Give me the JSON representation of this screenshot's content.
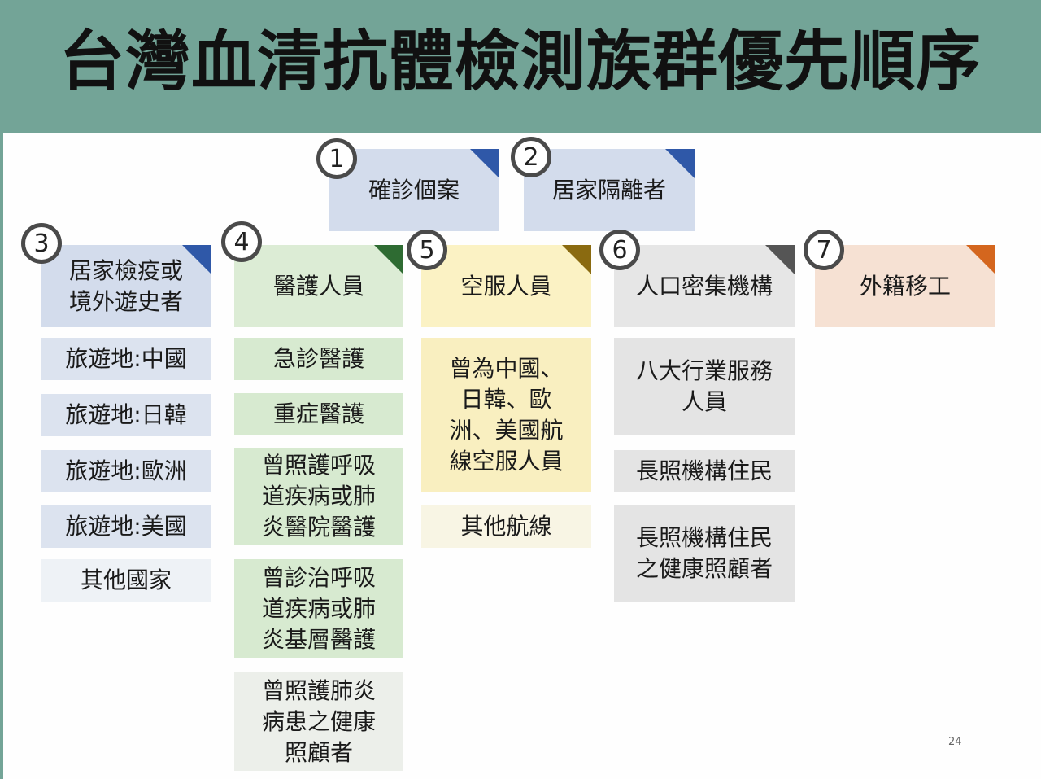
{
  "title": "台灣血清抗體檢測族群優先順序",
  "page_number": "24",
  "colors": {
    "header": "#73a497",
    "blue_corner": "#2f58a8",
    "green_corner": "#2e6b32",
    "yellow_corner": "#8a6a10",
    "grey_corner": "#555555",
    "orange_corner": "#d4661e"
  },
  "groups": [
    {
      "number": "1",
      "label": "確診個案",
      "items": []
    },
    {
      "number": "2",
      "label": "居家隔離者",
      "items": []
    },
    {
      "number": "3",
      "label": "居家檢疫或\n境外遊史者",
      "items": [
        "旅遊地:中國",
        "旅遊地:日韓",
        "旅遊地:歐洲",
        "旅遊地:美國",
        "其他國家"
      ]
    },
    {
      "number": "4",
      "label": "醫護人員",
      "items": [
        "急診醫護",
        "重症醫護",
        "曾照護呼吸\n道疾病或肺\n炎醫院醫護",
        "曾診治呼吸\n道疾病或肺\n炎基層醫護",
        "曾照護肺炎\n病患之健康\n照顧者"
      ]
    },
    {
      "number": "5",
      "label": "空服人員",
      "items": [
        "曾為中國、\n日韓、歐\n洲、美國航\n線空服人員",
        "其他航線"
      ]
    },
    {
      "number": "6",
      "label": "人口密集機構",
      "items": [
        "八大行業服務\n人員",
        "長照機構住民",
        "長照機構住民\n之健康照顧者"
      ]
    },
    {
      "number": "7",
      "label": "外籍移工",
      "items": []
    }
  ]
}
